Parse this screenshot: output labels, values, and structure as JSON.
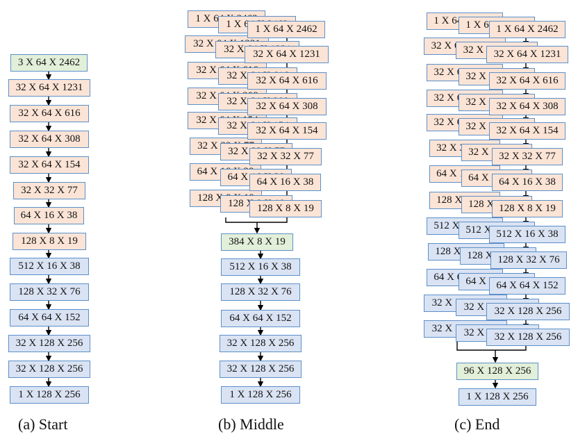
{
  "panels": {
    "start": {
      "caption": "(a)  Start",
      "encoder": [
        "3 X 64 X 2462",
        "32 X 64 X 1231",
        "32 X 64 X 616",
        "32 X 64 X 308",
        "32 X 64 X 154",
        "32 X 32 X 77",
        "64 X 16 X 38",
        "128 X 8 X 19"
      ],
      "decoder": [
        "512 X 16 X 38",
        "128 X 32 X 76",
        "64 X 64 X 152",
        "32 X 128 X 256",
        "32 X 128 X 256",
        "1 X 128 X 256"
      ]
    },
    "middle": {
      "caption": "(b)  Middle",
      "encoder": [
        "1 X 64 X 2462",
        "32 X 64 X 1231",
        "32 X 64 X 616",
        "32 X 64 X 308",
        "32 X 64 X 154",
        "32 X 32 X 77",
        "64 X 16 X 38",
        "128 X 8 X 19"
      ],
      "concat": "384 X 8 X 19",
      "decoder": [
        "512 X 16 X 38",
        "128 X 32 X 76",
        "64 X 64 X 152",
        "32 X 128 X 256",
        "32 X 128 X 256",
        "1 X 128 X 256"
      ]
    },
    "end": {
      "caption": "(c)  End",
      "encoder": [
        "1 X 64 X 2462",
        "32 X 64 X 1231",
        "32 X 64 X 616",
        "32 X 64 X 308",
        "32 X 64 X 154",
        "32 X 32 X 77",
        "64 X 16 X 38",
        "128 X 8 X 19"
      ],
      "decoder": [
        "512 X 16 X 38",
        "128 X 32 X 76",
        "64 X 64 X 152",
        "32 X 128 X 256",
        "32 X 128 X 256"
      ],
      "concat": "96 X 128 X 256",
      "output": "1 X 128 X 256"
    }
  },
  "colors": {
    "encoder_fill": "#fbe4d6",
    "decoder_fill": "#dae3f3",
    "concat_fill": "#e2efd9",
    "border": "#5b8fc9",
    "arrow": "#000000"
  }
}
